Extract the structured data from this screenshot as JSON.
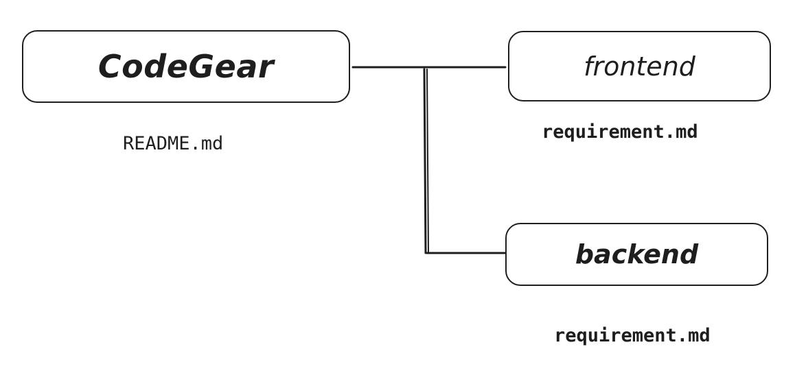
{
  "diagram": {
    "root": {
      "label": "CodeGear",
      "file": "README.md"
    },
    "children": [
      {
        "label": "frontend",
        "file": "requirement.md"
      },
      {
        "label": "backend",
        "file": "requirement.md"
      }
    ],
    "colors": {
      "stroke": "#1e1e1e",
      "background": "#ffffff"
    }
  }
}
